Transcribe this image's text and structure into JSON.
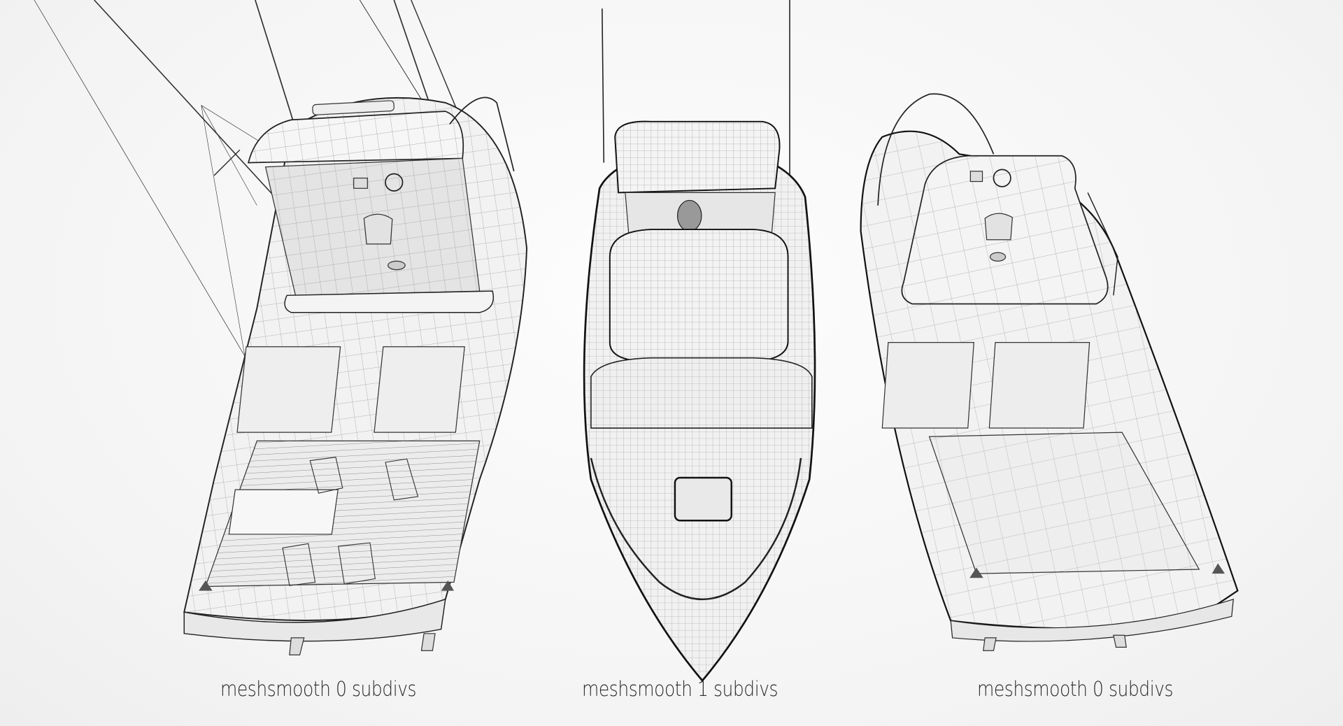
{
  "scene": {
    "background": "#f6f6f6",
    "wire_color": "#2a2a2a",
    "surface_color": "#f3f3f3"
  },
  "models": [
    {
      "id": "left",
      "caption": "meshsmooth 0 subdivs",
      "view": "stern three-quarter with flybridge, outriggers, deck table and chairs"
    },
    {
      "id": "center",
      "caption": "meshsmooth 1 subdivs",
      "view": "bow top view with canopy and hatch"
    },
    {
      "id": "right",
      "caption": "meshsmooth 0 subdivs",
      "view": "stern three-quarter with flybridge and open cockpit"
    }
  ]
}
